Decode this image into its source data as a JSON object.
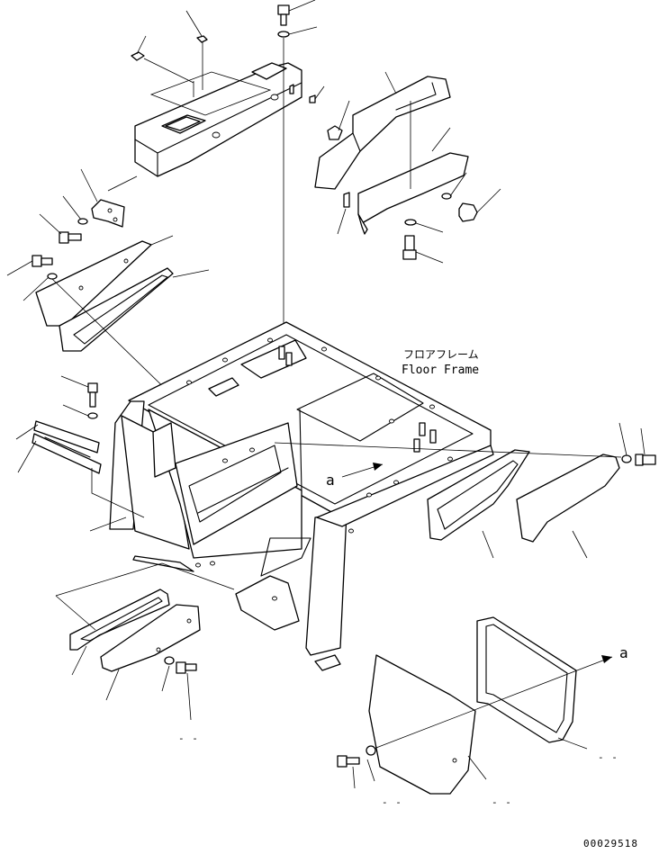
{
  "labels": {
    "floor_frame_jp": "フロアフレーム",
    "floor_frame_en": "Floor Frame",
    "view_arrow_inner": "a",
    "view_arrow_outer": "a",
    "drawing_number": "00029518",
    "dash_1": "- -",
    "dash_2": "- -",
    "dash_3": "- -",
    "dash_4": "- -"
  }
}
